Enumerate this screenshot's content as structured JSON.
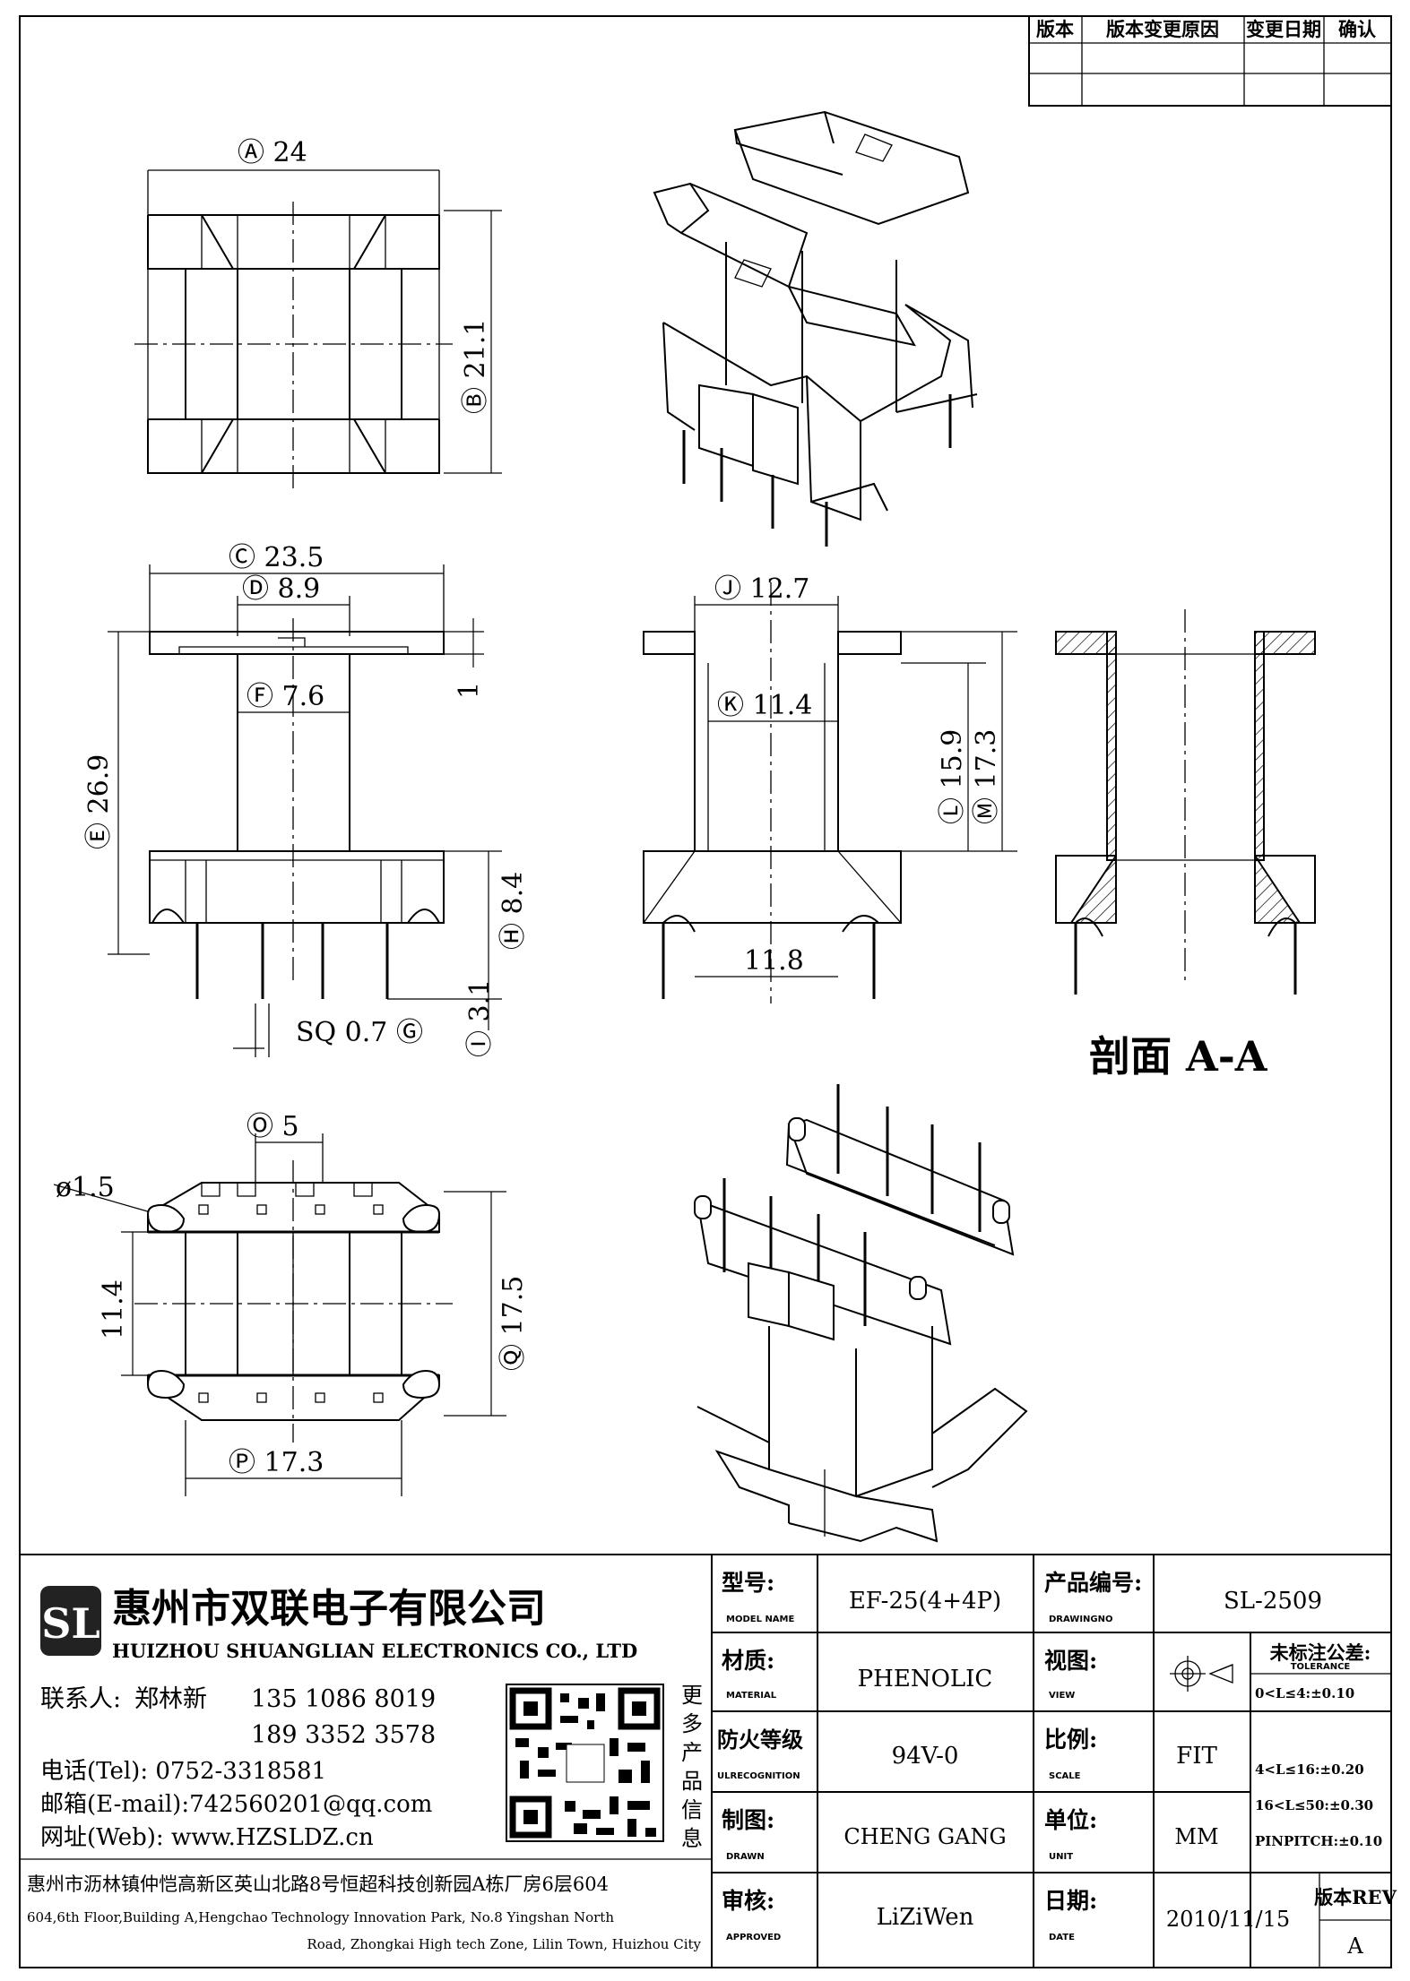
{
  "revision_table": {
    "headers": [
      "版本",
      "版本变更原因",
      "变更日期",
      "确认"
    ]
  },
  "dimensions": {
    "A": "24",
    "B": "21.1",
    "C": "23.5",
    "D": "8.9",
    "E": "26.9",
    "F": "7.6",
    "G": "SQ 0.7",
    "H": "8.4",
    "I": "3.1",
    "one": "1",
    "J": "12.7",
    "K": "11.4",
    "L": "15.9",
    "M": "17.3",
    "bottom_span": "11.8",
    "O": "5",
    "hole": "ø1.5",
    "side": "11.4",
    "Q": "17.5",
    "P": "17.3"
  },
  "section_label": "剖面 A-A",
  "company": {
    "logo_initial": "SL",
    "name_cn": "惠州市双联电子有限公司",
    "name_en": "HUIZHOU SHUANGLIAN ELECTRONICS CO., LTD",
    "contact_label": "联系人:",
    "contact_name": "郑林新",
    "phone1": "135 1086 8019",
    "phone2": "189 3352 3578",
    "tel": "电话(Tel): 0752-3318581",
    "email": "邮箱(E-mail):742560201@qq.com",
    "web": "网址(Web): www.HZSLDZ.cn",
    "qr_caption": "更多产品信息",
    "address_cn": "惠州市沥林镇仲恺高新区英山北路8号恒超科技创新园A栋厂房6层604",
    "address_en_1": "604,6th Floor,Building A,Hengchao Technology Innovation Park, No.8 Yingshan North",
    "address_en_2": "Road, Zhongkai High tech Zone, Lilin Town, Huizhou City"
  },
  "title_block": {
    "model_label": "型号:",
    "model_en": "MODEL NAME",
    "model_value": "EF-25(4+4P)",
    "drawingno_label": "产品编号:",
    "drawingno_en": "DRAWINGNO",
    "drawingno_value": "SL-2509",
    "material_label": "材质:",
    "material_en": "MATERIAL",
    "material_value": "PHENOLIC",
    "view_label": "视图:",
    "view_en": "VIEW",
    "tolerance_label": "未标注公差:",
    "tolerance_en": "TOLERANCE",
    "tol_1": "0<L≤4:±0.10",
    "tol_2": "4<L≤16:±0.20",
    "tol_3": "16<L≤50:±0.30",
    "tol_4": "PINPITCH:±0.10",
    "fire_label": "防火等级",
    "fire_en": "ULRECOGNITION",
    "fire_value": "94V-0",
    "scale_label": "比例:",
    "scale_en": "SCALE",
    "scale_value": "FIT",
    "drawn_label": "制图:",
    "drawn_en": "DRAWN",
    "drawn_value": "CHENG GANG",
    "unit_label": "单位:",
    "unit_en": "UNIT",
    "unit_value": "MM",
    "approved_label": "审核:",
    "approved_en": "APPROVED",
    "approved_value": "LiZiWen",
    "date_label": "日期:",
    "date_en": "DATE",
    "date_value": "2010/11/15",
    "rev_label": "版本REV",
    "rev_value": "A"
  }
}
